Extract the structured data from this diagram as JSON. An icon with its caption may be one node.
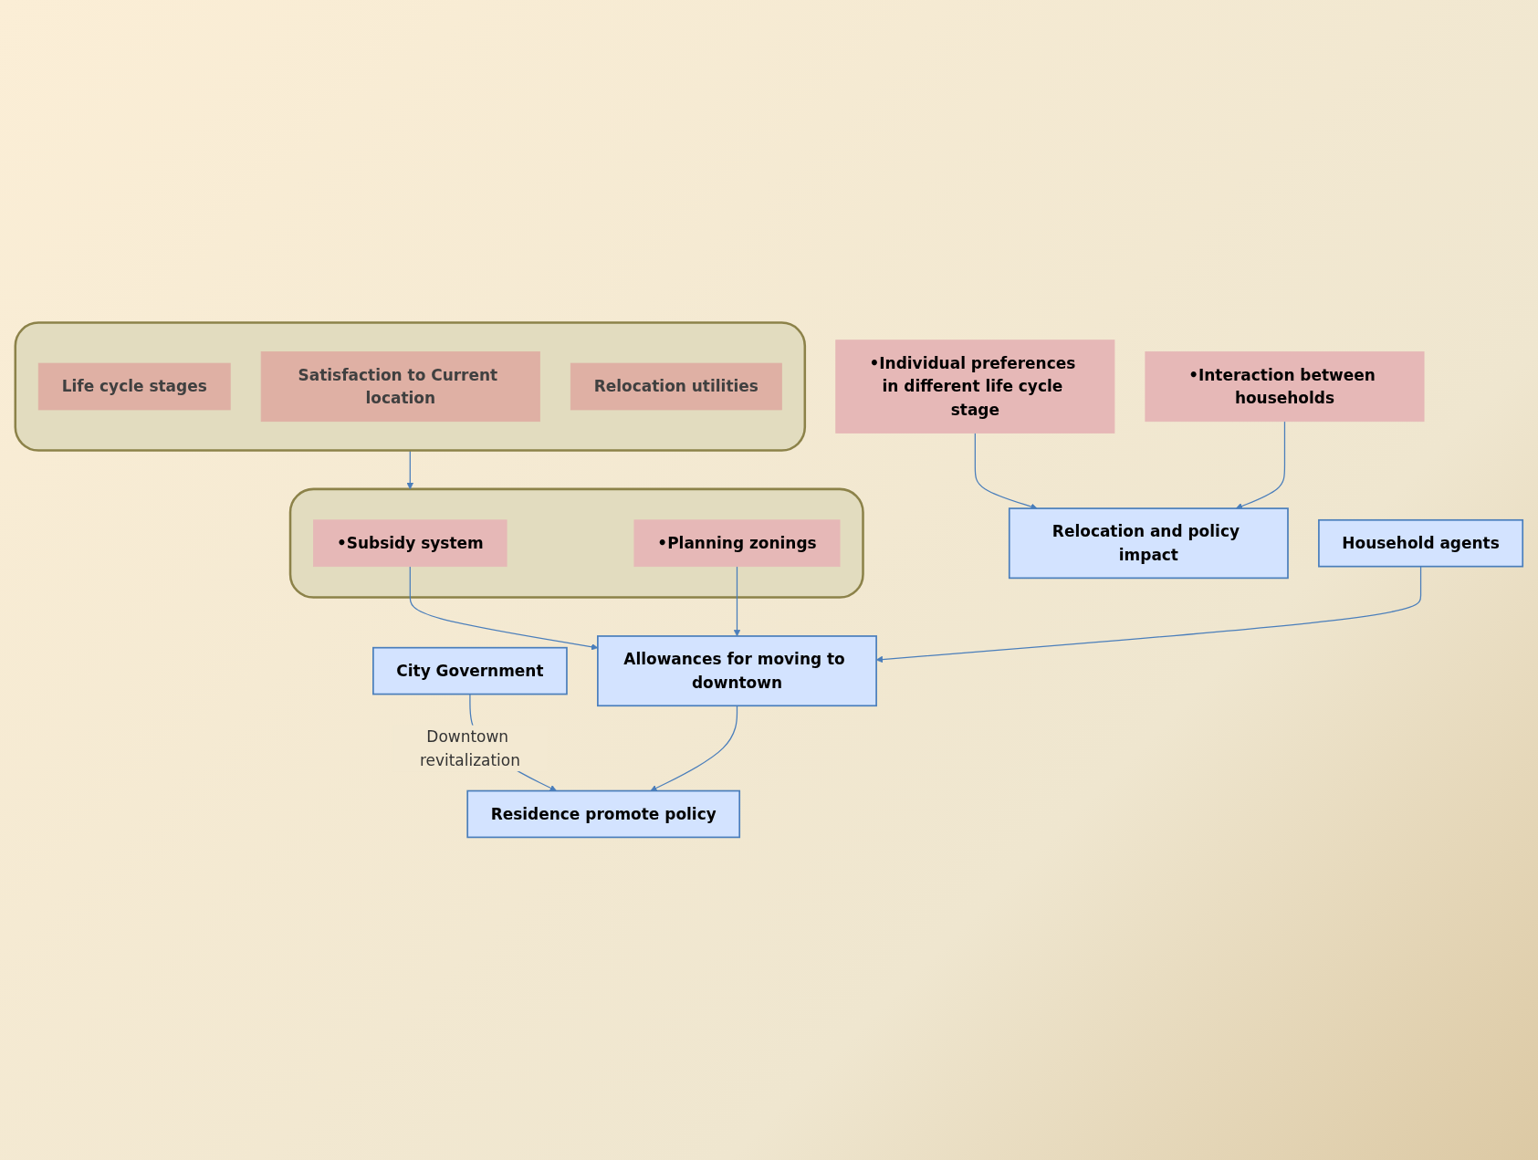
{
  "diagram": {
    "nodes": [
      {
        "text": [
          "City Government"
        ]
      },
      {
        "text": [
          "Residence promote policy"
        ]
      },
      {
        "text": [
          "Allowances for moving to downtown"
        ]
      },
      {
        "text": [],
        "shape": "box"
      },
      {
        "text": [
          "•Subsidy system"
        ],
        "in": 3
      },
      {
        "text": [
          "•Planning zonings"
        ],
        "in": 3
      },
      {
        "text": [],
        "shape": "box"
      },
      {
        "text": [
          "Household agents"
        ]
      },
      {
        "text": [
          "Life cycle stages"
        ],
        "in": 6
      },
      {
        "text": [
          "Satisfaction to Current location"
        ],
        "in": 6
      },
      {
        "text": [
          "Relocation utilities"
        ],
        "in": 6
      },
      {
        "text": [
          "Relocation and policy impact"
        ]
      },
      {
        "text": [
          "•Individual preferences in different life cycle stage"
        ]
      },
      {
        "text": [
          "•Interaction between households"
        ]
      }
    ],
    "edges": [
      {
        "from": 0,
        "to": 1,
        "arrow": "to",
        "label": "Downtown revitalization"
      },
      {
        "from": 2,
        "to": 1,
        "arrow": "to"
      },
      {
        "from": 4,
        "to": 2,
        "arrow": "to"
      },
      {
        "from": 5,
        "to": 2,
        "arrow": "to"
      },
      {
        "from": 7,
        "to": 2,
        "arrow": "to"
      },
      {
        "from": 6,
        "to": 3,
        "arrow": "to"
      },
      {
        "from": 12,
        "to": 11,
        "arrow": "to"
      },
      {
        "from": 13,
        "to": 11,
        "arrow": "to"
      }
    ]
  }
}
